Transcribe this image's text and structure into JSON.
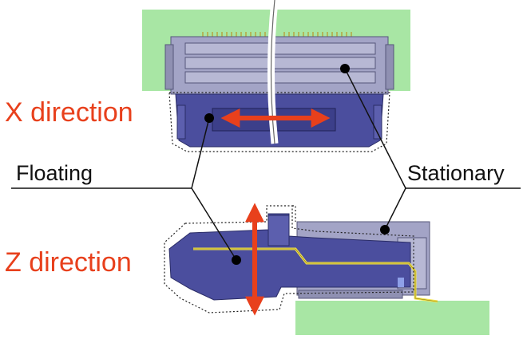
{
  "labels": {
    "x_direction": "X direction",
    "z_direction": "Z direction",
    "floating": "Floating",
    "stationary": "Stationary"
  },
  "colors": {
    "pcb_green": "#a8e6a4",
    "stationary_housing": "#a3a4c6",
    "floating_housing": "#4b4e9e",
    "arrow_red": "#e8401c",
    "contact_yellow": "#f2e24a",
    "label_red": "#e8401c"
  }
}
